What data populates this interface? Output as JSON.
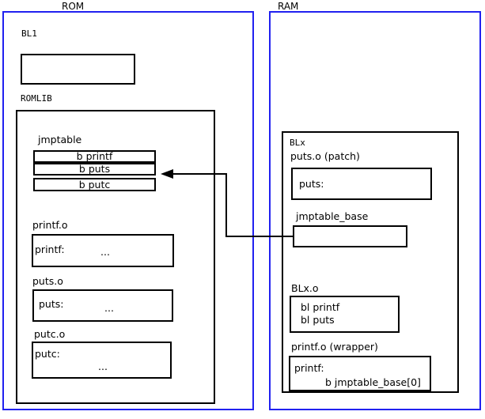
{
  "diagram": {
    "title": "ROMLIB jump table patching diagram",
    "colors": {
      "region_border": "#2121f0",
      "box_border": "#000000",
      "background": "#ffffff",
      "text": "#000000"
    }
  },
  "rom": {
    "label": "ROM",
    "bl1": {
      "label": "BL1",
      "content": ""
    },
    "romlib": {
      "label": "ROMLIB",
      "jmptable": {
        "label": "jmptable",
        "entries": [
          {
            "text": "b printf"
          },
          {
            "text": "b puts"
          },
          {
            "text": "b putc"
          }
        ]
      },
      "objects": [
        {
          "label": "printf.o",
          "symbol": "printf:",
          "body": "..."
        },
        {
          "label": "puts.o",
          "symbol": "puts:",
          "body": "..."
        },
        {
          "label": "putc.o",
          "symbol": "putc:",
          "body": "..."
        }
      ]
    }
  },
  "ram": {
    "label": "RAM",
    "blx": {
      "label": "BLx",
      "puts_patch": {
        "label": "puts.o (patch)",
        "symbol": "puts:"
      },
      "jmptable_base": {
        "label": "jmptable_base",
        "content": ""
      },
      "blx_o": {
        "label": "BLx.o",
        "lines": [
          "bl printf",
          "bl puts"
        ]
      },
      "printf_wrapper": {
        "label": "printf.o (wrapper)",
        "symbol": "printf:",
        "branch": "b jmptable_base[0]"
      }
    }
  },
  "connector": {
    "name": "jmptable-base-to-b-puts-arrow",
    "from": "jmptable_base",
    "to": "b puts"
  }
}
